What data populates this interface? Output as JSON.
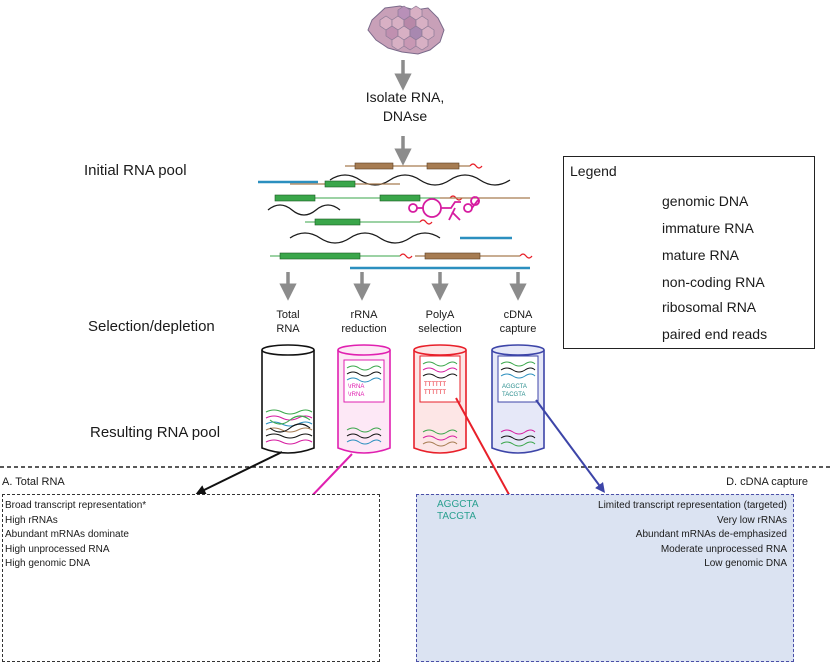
{
  "flow": {
    "isolate_label_line1": "Isolate RNA,",
    "isolate_label_line2": "DNAse",
    "stage_initial": "Initial RNA pool",
    "stage_selection": "Selection/depletion",
    "stage_resulting": "Resulting RNA pool"
  },
  "selections": [
    {
      "line1": "Total",
      "line2": "RNA"
    },
    {
      "line1": "rRNA",
      "line2": "reduction"
    },
    {
      "line1": "PolyA",
      "line2": "selection"
    },
    {
      "line1": "cDNA",
      "line2": "capture"
    }
  ],
  "tube_labels": {
    "rrna_1": "\\rRNA",
    "rrna_2": "\\rRNA",
    "polya_1": "TTTTTT",
    "polya_2": "TTTTTT",
    "cdna_1": "AGGCTA",
    "cdna_2": "TACGTA"
  },
  "legend": {
    "title": "Legend",
    "items": [
      {
        "label": "genomic DNA",
        "icon": "genomic-dna-icon"
      },
      {
        "label": "immature RNA",
        "icon": "immature-rna-icon"
      },
      {
        "label": "mature RNA",
        "icon": "mature-rna-icon"
      },
      {
        "label": "non-coding RNA",
        "icon": "non-coding-rna-icon"
      },
      {
        "label": "ribosomal RNA",
        "icon": "ribosomal-rna-icon"
      },
      {
        "label": "paired end reads",
        "icon": "paired-end-reads-icon"
      }
    ]
  },
  "panel_a": {
    "title": "A. Total RNA",
    "bullets": [
      "Broad transcript representation*",
      "High rRNAs",
      "Abundant mRNAs dominate",
      "High unprocessed RNA",
      "High genomic DNA"
    ]
  },
  "panel_d": {
    "title": "D. cDNA capture",
    "probe_1": "AGGCTA",
    "probe_2": "TACGTA",
    "bullets": [
      "Limited transcript representation (targeted)",
      "Very low rRNAs",
      "Abundant mRNAs de-emphasized",
      "Moderate unprocessed RNA",
      "Low genomic DNA"
    ]
  },
  "colors": {
    "genomic_dna": "#1a1a1a",
    "immature_rna": "#a67c52",
    "mature_rna": "#3aa64a",
    "non_coding_rna": "#2b8fbf",
    "ribosomal_rna": "#d61ca0",
    "polya_tail": "#e8202a",
    "cdna_tube": "#3d45a8",
    "rrna_tube": "#e020b0",
    "polya_tube": "#e8202a",
    "arrow_grey": "#8c8c8c"
  }
}
